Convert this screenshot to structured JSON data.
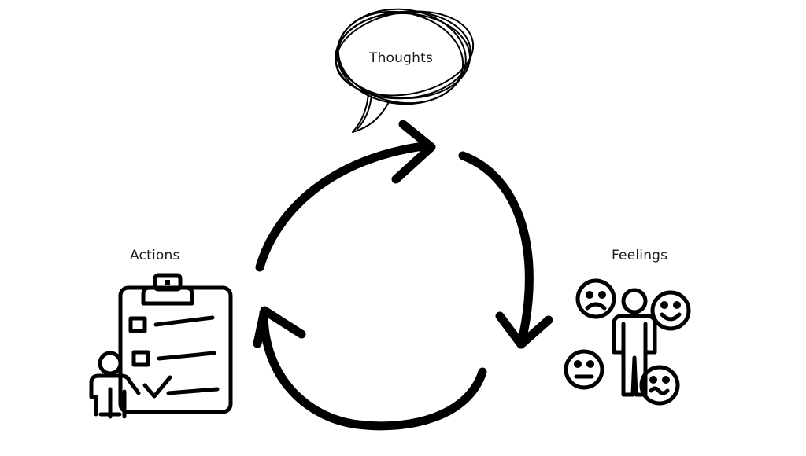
{
  "labels": {
    "thoughts": "Thoughts",
    "actions": "Actions",
    "feelings": "Feelings"
  },
  "colors": {
    "ink": "#000000",
    "background": "#ffffff"
  },
  "icons": {
    "thoughts": "thought-bubble-icon",
    "actions": "checklist-person-icon",
    "feelings": "emotions-person-icon"
  }
}
